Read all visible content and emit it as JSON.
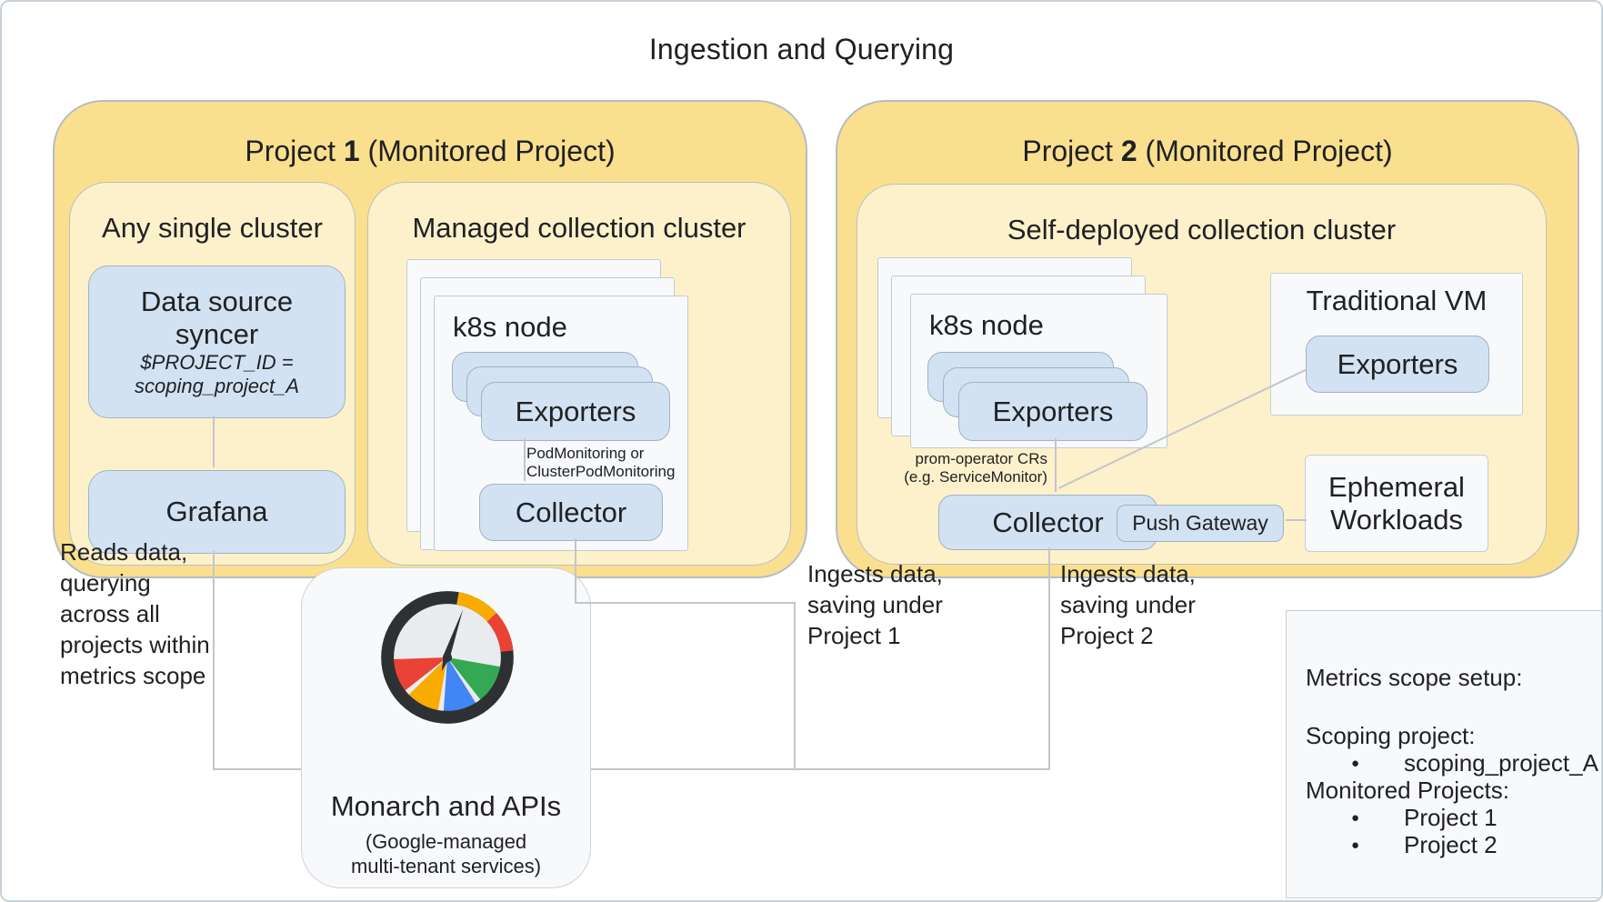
{
  "title": "Ingestion and Querying",
  "colors": {
    "project_fill": "#fae08e",
    "panel_fill": "#fdf1cb",
    "blue_box_fill": "#d2e2f3",
    "card_fill": "#f7f9fb",
    "connector_gray": "#c2c6ca",
    "gauge_red": "#EA4335",
    "gauge_yellow": "#F9AB00",
    "gauge_blue": "#4285F4",
    "gauge_green": "#34A853"
  },
  "project1": {
    "title_prefix": "Project ",
    "title_number": "1",
    "title_suffix": " (Monitored Project)",
    "any_single_cluster": {
      "title": "Any single cluster",
      "syncer_line1": "Data source",
      "syncer_line2": "syncer",
      "syncer_line3": "$PROJECT_ID =",
      "syncer_line4": "scoping_project_A",
      "grafana": "Grafana"
    },
    "managed_cluster": {
      "title": "Managed collection cluster",
      "node_label": "k8s node",
      "exporters": "Exporters",
      "monitor_label_line1": "PodMonitoring or",
      "monitor_label_line2": "ClusterPodMonitoring",
      "collector": "Collector"
    }
  },
  "project2": {
    "title_prefix": "Project ",
    "title_number": "2",
    "title_suffix": " (Monitored Project)",
    "self_deployed": {
      "title": "Self-deployed collection cluster",
      "node_label": "k8s node",
      "exporters": "Exporters",
      "monitor_label_line1": "prom-operator CRs",
      "monitor_label_line2": "(e.g. ServiceMonitor)",
      "collector": "Collector",
      "push_gateway": "Push Gateway",
      "traditional_vm": {
        "title": "Traditional VM",
        "exporters": "Exporters"
      },
      "ephemeral": {
        "line1": "Ephemeral",
        "line2": "Workloads"
      }
    }
  },
  "monarch": {
    "title": "Monarch and APIs",
    "subtitle_line1": "(Google-managed",
    "subtitle_line2": "multi-tenant services)"
  },
  "annotations": {
    "reads": [
      "Reads data,",
      "querying",
      "across all",
      "projects within",
      "metrics scope"
    ],
    "ingests1": [
      "Ingests data,",
      "saving under",
      "Project 1"
    ],
    "ingests2": [
      "Ingests data,",
      "saving under",
      "Project 2"
    ]
  },
  "metrics_box": {
    "title": "Metrics scope setup:",
    "scoping_label": "Scoping project:",
    "scoping_item": "scoping_project_A",
    "monitored_label": "Monitored Projects:",
    "monitored_item1": "Project 1",
    "monitored_item2": "Project 2"
  }
}
